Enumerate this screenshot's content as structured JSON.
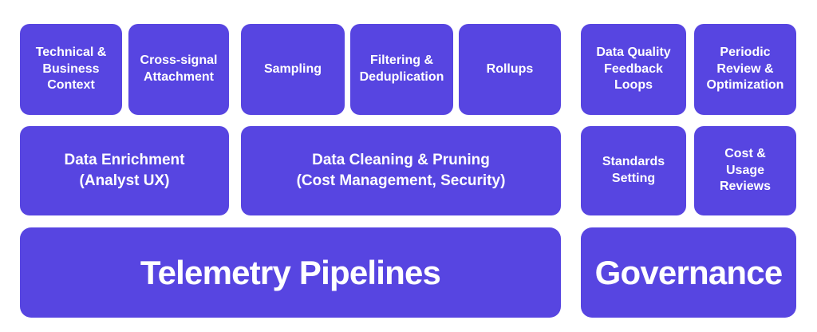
{
  "colors": {
    "box_fill": "#5745E1",
    "box_text": "#FFFFFF",
    "background": "#FFFFFF"
  },
  "telemetry_pipelines": {
    "title": "Telemetry Pipelines",
    "row1": [
      {
        "label": "Technical &\nBusiness\nContext"
      },
      {
        "label": "Cross-signal\nAttachment"
      },
      {
        "label": "Sampling"
      },
      {
        "label": "Filtering &\nDeduplication"
      },
      {
        "label": "Rollups"
      }
    ],
    "row2": [
      {
        "label": "Data Enrichment\n(Analyst UX)"
      },
      {
        "label": "Data Cleaning & Pruning\n(Cost Management, Security)"
      }
    ]
  },
  "governance": {
    "title": "Governance",
    "row1": [
      {
        "label": "Data Quality\nFeedback\nLoops"
      },
      {
        "label": "Periodic\nReview &\nOptimization"
      }
    ],
    "row2": [
      {
        "label": "Standards\nSetting"
      },
      {
        "label": "Cost &\nUsage\nReviews"
      }
    ]
  }
}
